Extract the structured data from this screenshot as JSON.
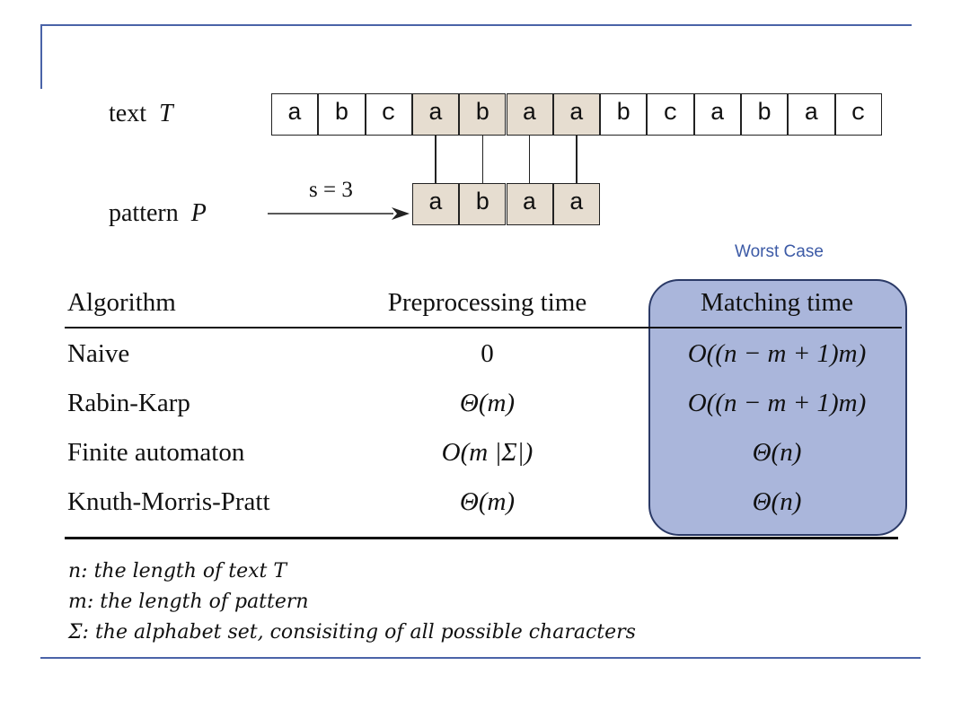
{
  "diagram": {
    "text_label": "text",
    "text_var": "T",
    "pattern_label": "pattern",
    "pattern_var": "P",
    "shift_label": "s = 3",
    "text_chars": [
      "a",
      "b",
      "c",
      "a",
      "b",
      "a",
      "a",
      "b",
      "c",
      "a",
      "b",
      "a",
      "c"
    ],
    "highlighted_text_positions": [
      3,
      4,
      5,
      6
    ],
    "pattern_chars": [
      "a",
      "b",
      "a",
      "a"
    ],
    "highlight_color": "#e6ddd0"
  },
  "table": {
    "worst_case_label": "Worst Case",
    "headers": [
      "Algorithm",
      "Preprocessing time",
      "Matching time"
    ],
    "rows": [
      {
        "algorithm": "Naive",
        "preprocessing": "0",
        "matching": "O((n − m + 1)m)"
      },
      {
        "algorithm": "Rabin-Karp",
        "preprocessing": "Θ(m)",
        "matching": "O((n − m + 1)m)"
      },
      {
        "algorithm": "Finite automaton",
        "preprocessing": "O(m |Σ|)",
        "matching": "Θ(n)"
      },
      {
        "algorithm": "Knuth-Morris-Pratt",
        "preprocessing": "Θ(m)",
        "matching": "Θ(n)"
      }
    ],
    "highlight_fill": "#aab6db",
    "highlight_border": "#2b3a67"
  },
  "notes": [
    "n: the length of text T",
    "m: the length of pattern",
    "Σ: the alphabet set, consisiting of all  possible characters"
  ],
  "accent_color": "#4a63a8"
}
